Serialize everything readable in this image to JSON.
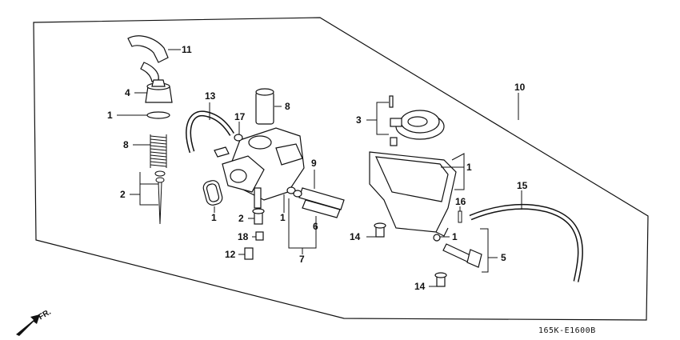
{
  "diagram": {
    "drawing_code": "165K-E1600B",
    "direction_label": "FR.",
    "callouts": [
      {
        "id": "c11",
        "text": "11"
      },
      {
        "id": "c4",
        "text": "4"
      },
      {
        "id": "c1a",
        "text": "1"
      },
      {
        "id": "c8a",
        "text": "8"
      },
      {
        "id": "c2a",
        "text": "2"
      },
      {
        "id": "c13",
        "text": "13"
      },
      {
        "id": "c17",
        "text": "17"
      },
      {
        "id": "c8b",
        "text": "8"
      },
      {
        "id": "c1b",
        "text": "1"
      },
      {
        "id": "c2b",
        "text": "2"
      },
      {
        "id": "c18",
        "text": "18"
      },
      {
        "id": "c12",
        "text": "12"
      },
      {
        "id": "c9",
        "text": "9"
      },
      {
        "id": "c1c",
        "text": "1"
      },
      {
        "id": "c6",
        "text": "6"
      },
      {
        "id": "c7",
        "text": "7"
      },
      {
        "id": "c3",
        "text": "3"
      },
      {
        "id": "c10",
        "text": "10"
      },
      {
        "id": "c1d",
        "text": "1"
      },
      {
        "id": "c16",
        "text": "16"
      },
      {
        "id": "c15",
        "text": "15"
      },
      {
        "id": "c1e",
        "text": "1"
      },
      {
        "id": "c5",
        "text": "5"
      },
      {
        "id": "c14a",
        "text": "14"
      },
      {
        "id": "c14b",
        "text": "14"
      }
    ]
  }
}
